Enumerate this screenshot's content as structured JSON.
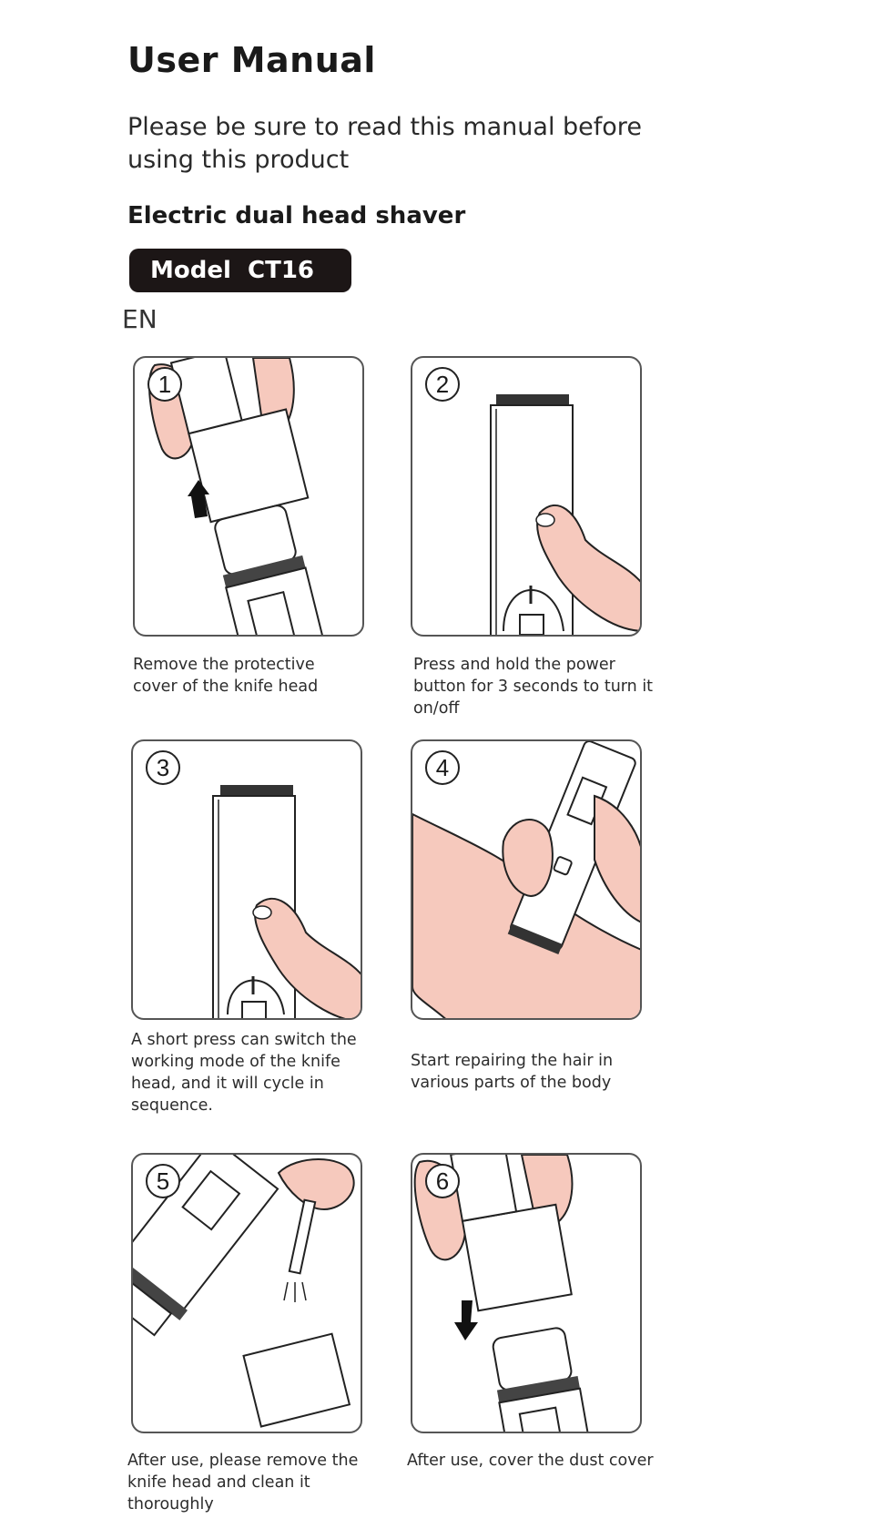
{
  "header": {
    "title": "User Manual",
    "intro": "Please be sure to read this manual before using this product",
    "product_name": "Electric dual head shaver",
    "model": "Model  CT16",
    "language": "EN"
  },
  "steps": [
    {
      "number": "1",
      "caption": "Remove the protective cover of the knife head"
    },
    {
      "number": "2",
      "caption": "Press and hold the power button for 3 seconds to turn it on/off"
    },
    {
      "number": "3",
      "caption": "A short press can switch the working mode of the knife head, and it will cycle in sequence."
    },
    {
      "number": "4",
      "caption": "Start repairing the hair in various parts of the body"
    },
    {
      "number": "5",
      "caption": "After use, please remove the knife head and clean it thoroughly"
    },
    {
      "number": "6",
      "caption": "After use, cover the dust cover"
    }
  ],
  "colors": {
    "skin": "#f6c9bd",
    "outline": "#222222",
    "badge": "#1c1616"
  }
}
